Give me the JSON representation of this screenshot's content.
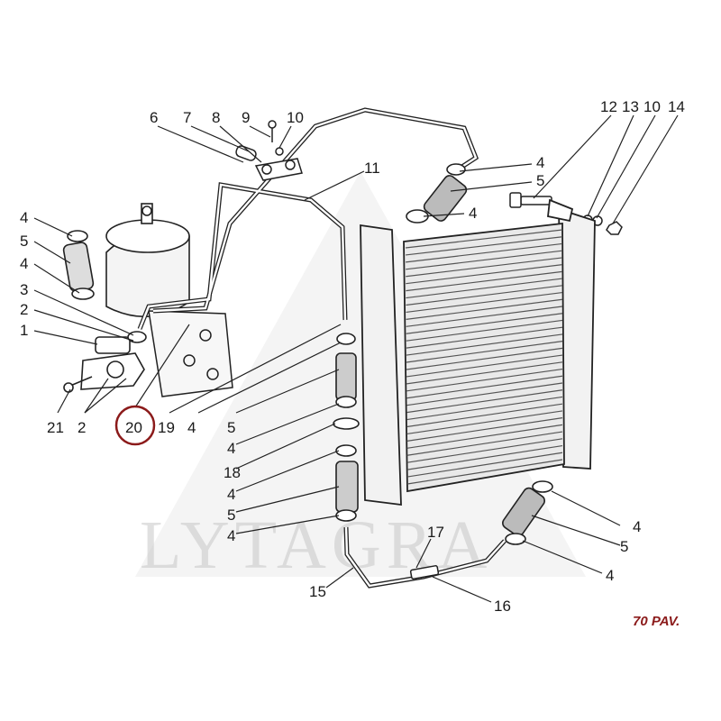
{
  "watermark": "LYTAGRA",
  "caption": "70 PAV.",
  "highlight_color": "#8b1a1a",
  "labels": {
    "l6": "6",
    "l7": "7",
    "l8": "8",
    "l9": "9",
    "l10a": "10",
    "l11": "11",
    "l12": "12",
    "l13": "13",
    "l10b": "10",
    "l14": "14",
    "l4a": "4",
    "l5a": "5",
    "l4b": "4",
    "l4c": "4",
    "l5b": "5",
    "l4d": "4",
    "l3": "3",
    "l2a": "2",
    "l1": "1",
    "l21": "21",
    "l2b": "2",
    "l20": "20",
    "l19": "19",
    "l4e": "4",
    "l5c": "5",
    "l4f": "4",
    "l18": "18",
    "l4g": "4",
    "l5d": "5",
    "l4h": "4",
    "l15": "15",
    "l17": "17",
    "l16": "16",
    "l4i": "4",
    "l5e": "5",
    "l4j": "4"
  }
}
